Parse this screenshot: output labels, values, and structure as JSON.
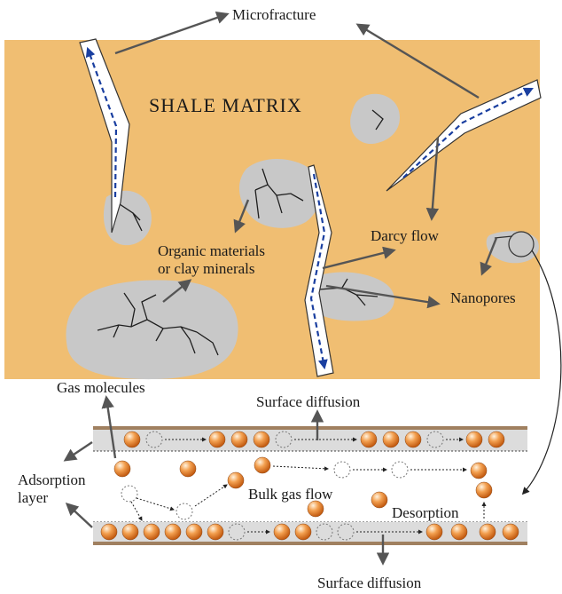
{
  "labels": {
    "microfracture": "Microfracture",
    "shale_matrix": "SHALE MATRIX",
    "organic_line1": "Organic materials",
    "organic_line2": "or clay minerals",
    "darcy_flow": "Darcy flow",
    "nanopores": "Nanopores",
    "gas_molecules": "Gas molecules",
    "surface_diffusion_top": "Surface diffusion",
    "adsorption_line1": "Adsorption",
    "adsorption_line2": "layer",
    "bulk_gas_flow": "Bulk gas flow",
    "desorption": "Desorption",
    "surface_diffusion_bottom": "Surface diffusion"
  },
  "colors": {
    "matrix": "#f0be72",
    "grain": "#c8c8c8",
    "arrow": "#555555",
    "flow_dash": "#1a3fa0",
    "molecule": "#e87a2a",
    "wall": "#a08060",
    "channel": "#dcdcdc"
  }
}
